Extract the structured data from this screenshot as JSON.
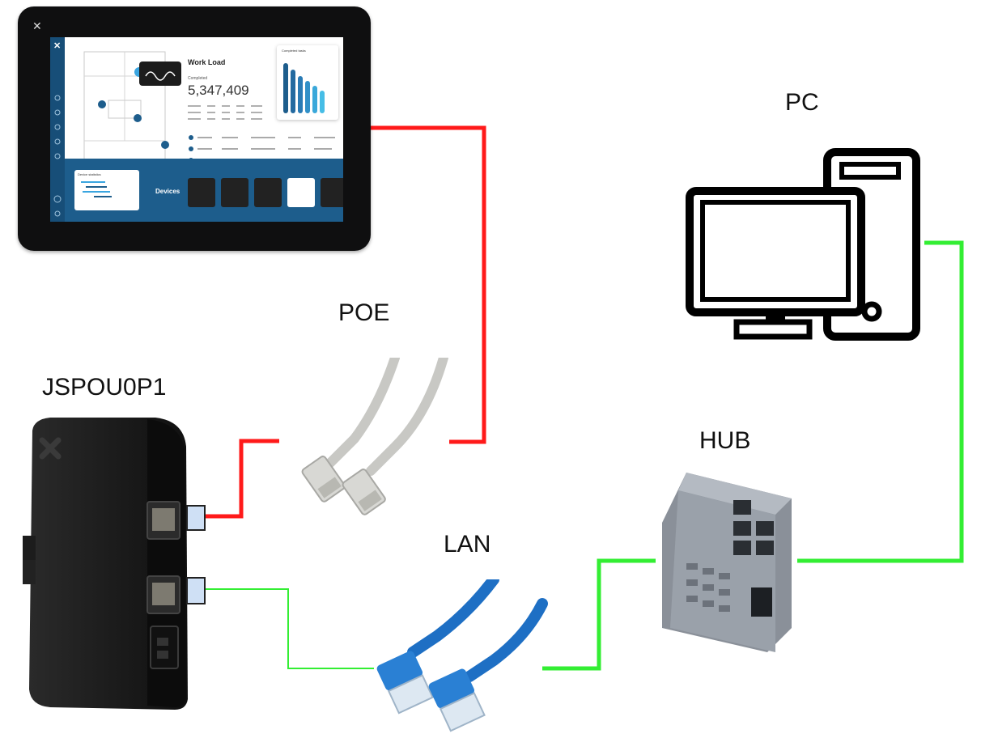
{
  "labels": {
    "pc": "PC",
    "poe": "POE",
    "device": "JSPOU0P1",
    "hub": "HUB",
    "lan": "LAN"
  },
  "tablet_screen": {
    "work_load_title": "Work Load",
    "completed_label": "Completed",
    "completed_value": "5,347,409",
    "chart_title": "Completed tasks",
    "devices_label": "Devices",
    "statistics_label": "Device statistics"
  },
  "colors": {
    "poe_cable": "#ff1a1a",
    "lan_cable": "#33ee33",
    "tablet_accent": "#1d5d8c",
    "lan_plug": "#1e6fc4",
    "poe_plug": "#c8c8c4"
  }
}
